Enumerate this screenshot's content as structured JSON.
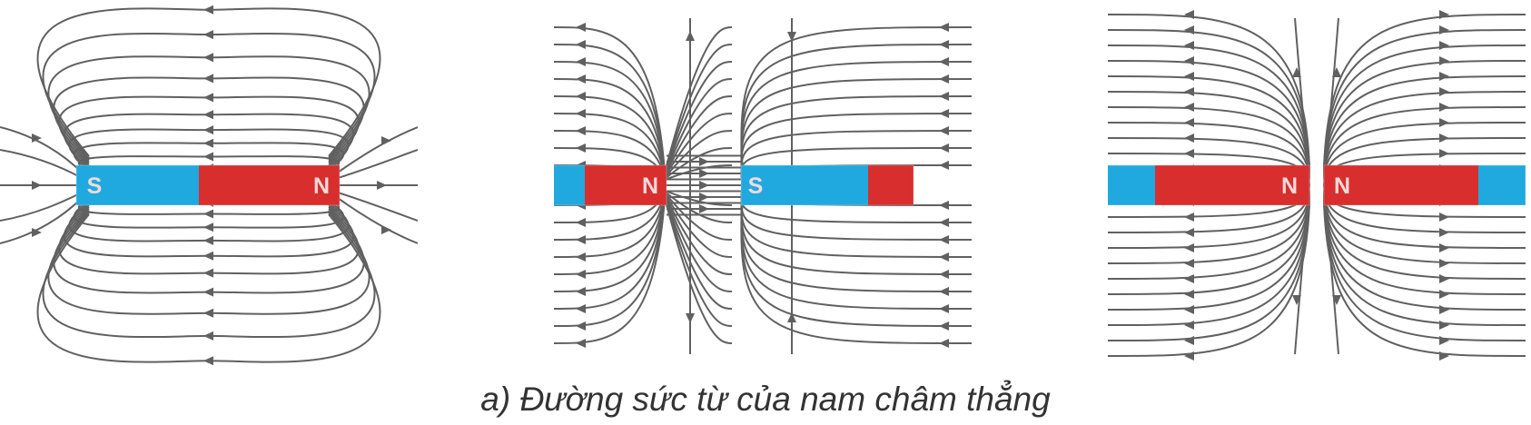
{
  "figure": {
    "caption": "a) Đường sức từ của nam châm thẳng",
    "colors": {
      "field_line": "#606060",
      "south_pole": "#20a9df",
      "north_pole": "#d92e2e",
      "pole_label": "#f2dada"
    },
    "panels": [
      {
        "name": "single-magnet",
        "magnets": [
          {
            "left_pole": "S",
            "right_pole": "N"
          }
        ]
      },
      {
        "name": "opposite-poles-facing",
        "magnets": [
          {
            "left_pole": "",
            "right_pole": "N"
          },
          {
            "left_pole": "S",
            "right_pole": ""
          }
        ]
      },
      {
        "name": "like-poles-facing",
        "magnets": [
          {
            "left_pole": "",
            "right_pole": "N"
          },
          {
            "left_pole": "N",
            "right_pole": ""
          }
        ]
      }
    ]
  }
}
